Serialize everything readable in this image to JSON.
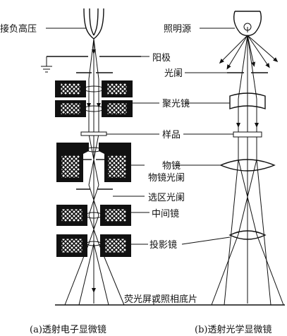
{
  "labels": {
    "accel_voltage": "接负高压",
    "light_source": "照明源",
    "anode": "阳极",
    "aperture": "光阑",
    "condenser": "聚光镜",
    "specimen": "样品",
    "objective": "物镜",
    "objective_aperture": "物镜光阑",
    "selected_area_aperture": "选区光阑",
    "intermediate_lens": "中间镜",
    "projector_lens": "投影镜",
    "screen": "荧光屏或照相底片"
  },
  "captions": {
    "left": "(a)透射电子显微镜",
    "right": "(b)透射光学显微镜"
  },
  "colors": {
    "ink": "#111111",
    "background": "#ffffff"
  }
}
